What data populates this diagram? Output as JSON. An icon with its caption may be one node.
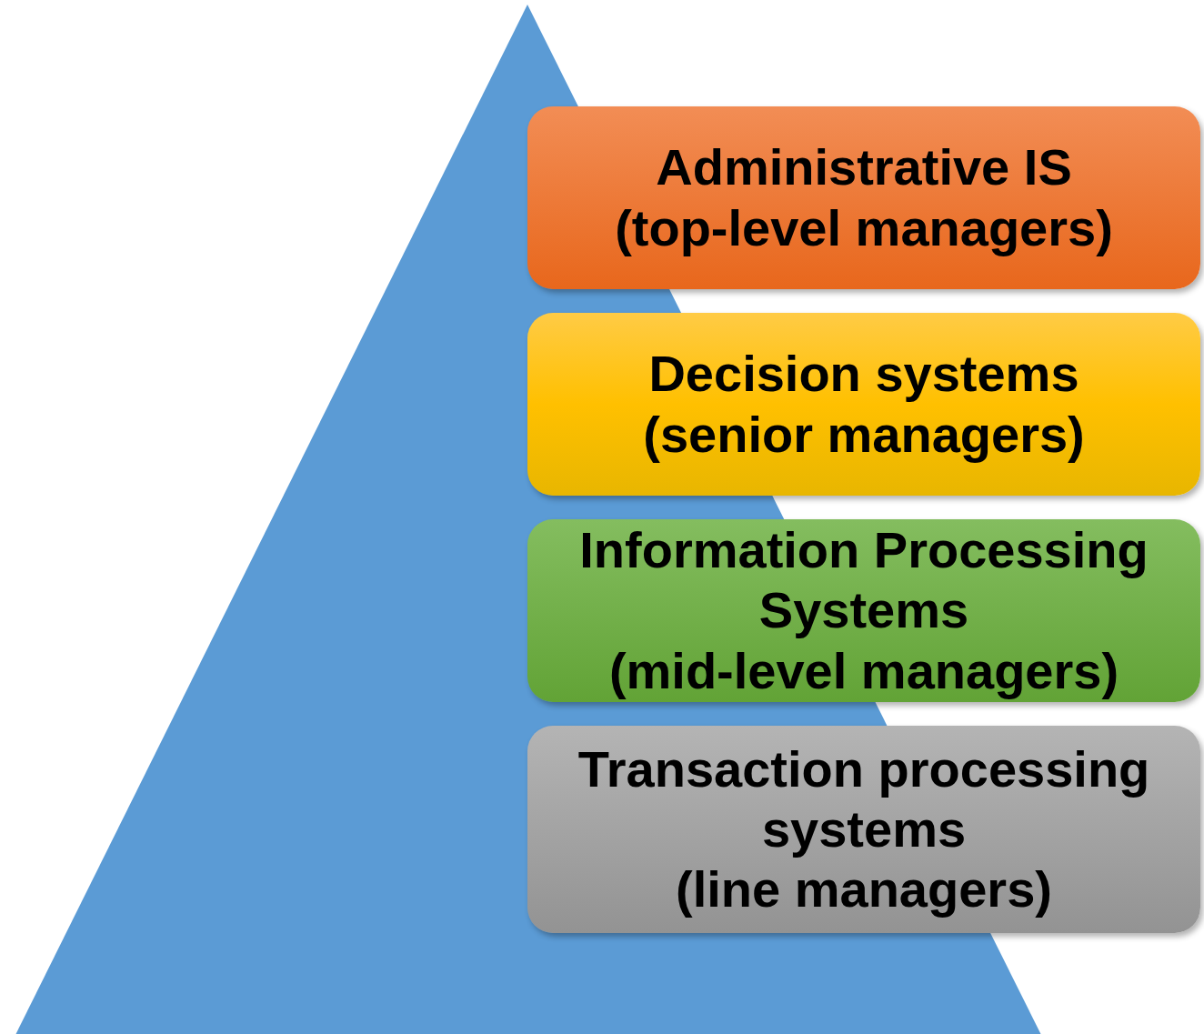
{
  "diagram": {
    "nodes": [
      {
        "text": [],
        "shape": "triangle"
      },
      {
        "text": [
          "Administrative IS",
          "(top-level managers)"
        ]
      },
      {
        "text": [
          "Decision systems",
          "(senior managers)"
        ]
      },
      {
        "text": [
          "Information Processing Systems",
          "(mid-level managers)"
        ]
      },
      {
        "text": [
          "Transaction processing systems",
          "(line managers)"
        ]
      }
    ]
  }
}
